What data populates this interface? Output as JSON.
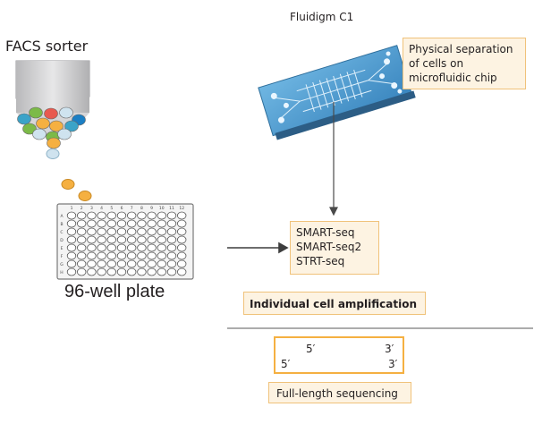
{
  "facs": {
    "label": "FACS sorter"
  },
  "fluidigm": {
    "label": "Fluidigm C1"
  },
  "separation": {
    "lines": [
      "Physical separation",
      "of cells on",
      "microfluidic chip"
    ]
  },
  "methods": {
    "lines": [
      "SMART-seq",
      "SMART-seq2",
      "STRT-seq"
    ]
  },
  "plate": {
    "label": "96-well plate",
    "columns": [
      "1",
      "2",
      "3",
      "4",
      "5",
      "6",
      "7",
      "8",
      "9",
      "10",
      "11",
      "12"
    ],
    "rows": [
      "A",
      "B",
      "C",
      "D",
      "E",
      "F",
      "G",
      "H"
    ]
  },
  "amplification": {
    "label": "Individual cell amplification"
  },
  "transcript": {
    "top_left": "5′",
    "top_right": "3′",
    "bottom_left": "5′",
    "bottom_right": "3′"
  },
  "sequencing": {
    "label": "Full-length sequencing"
  },
  "colors": {
    "orange": "#f5b041",
    "teal": "#3ba3c8",
    "blue": "#1b7fc4",
    "green": "#7cba48",
    "red": "#e85a4f",
    "lightblue": "#cfe3ef",
    "chip": "#4a9bd0",
    "box_fill": "#fdf3e2",
    "box_border": "#f0c27a",
    "dna": "#1b7fc4"
  }
}
